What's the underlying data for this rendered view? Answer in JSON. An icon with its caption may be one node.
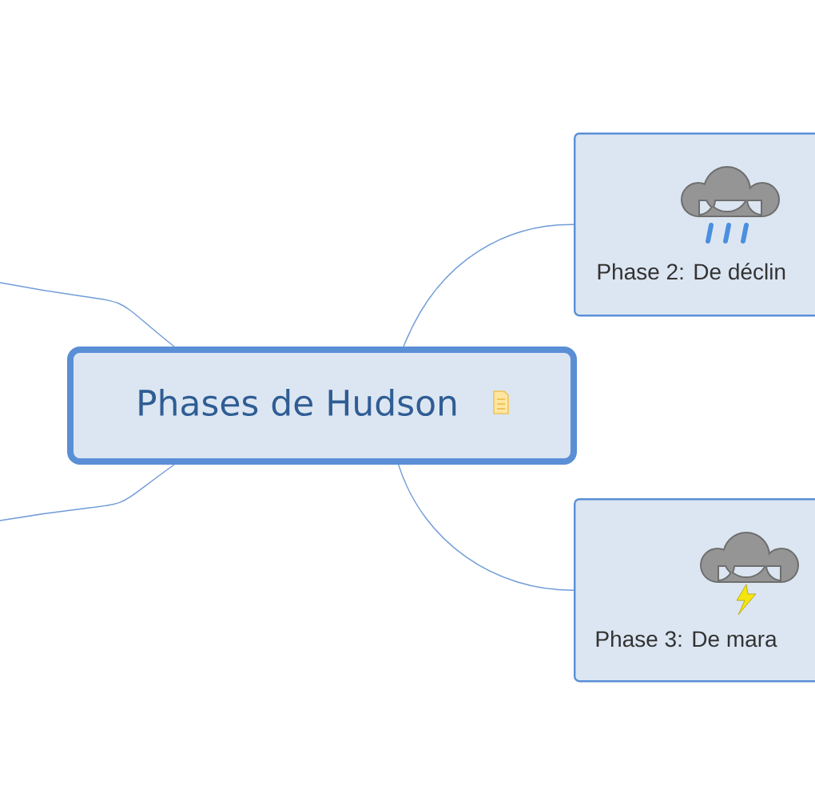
{
  "diagram": {
    "nodes": [
      {
        "text": [
          "Phases de Hudson"
        ]
      },
      {
        "text": [
          "Phase 2: De déclin"
        ]
      },
      {
        "text": [
          "Phase 3: De mara"
        ]
      }
    ],
    "edges": [
      {
        "from": 0,
        "to": 1,
        "arrow": "none"
      },
      {
        "from": 0,
        "to": 2,
        "arrow": "none"
      },
      {
        "from": 0,
        "to": null,
        "arrow": "none"
      },
      {
        "from": 0,
        "to": null,
        "arrow": "none"
      }
    ]
  }
}
